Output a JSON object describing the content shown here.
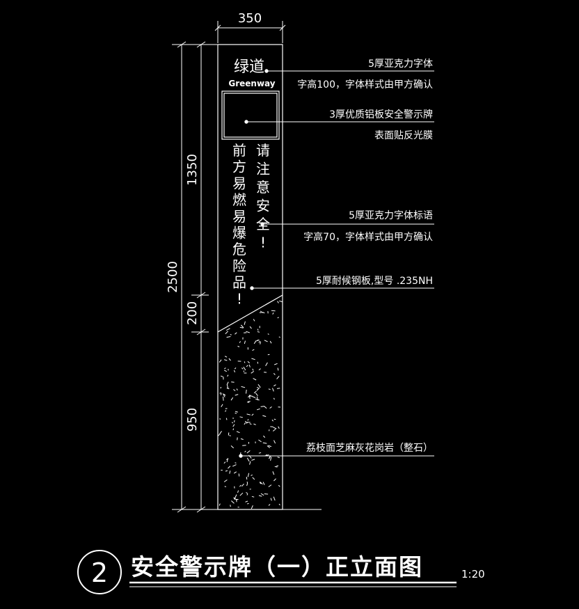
{
  "colors": {
    "background": "#000000",
    "line": "#ffffff"
  },
  "dimensions": {
    "top_width": "350",
    "total_height": "2500",
    "upper_height": "1350",
    "middle_height": "200",
    "lower_height": "950"
  },
  "sign": {
    "title_cn": "绿道",
    "title_en": "Greenway",
    "slogan_right": [
      "请",
      "注",
      "意",
      "安",
      "全",
      "!"
    ],
    "slogan_left": [
      "前",
      "方",
      "易",
      "燃",
      "易",
      "爆",
      "危",
      "险",
      "品",
      "!"
    ]
  },
  "callouts": [
    {
      "line1": "5厚亚克力字体",
      "line2": "字高100，字体样式由甲方确认"
    },
    {
      "line1": "3厚优质铝板安全警示牌",
      "line2": "表面贴反光膜"
    },
    {
      "line1": "5厚亚克力字体标语",
      "line2": "字高70，字体样式由甲方确认"
    },
    {
      "line1": "5厚耐候钢板,型号 .235NH",
      "line2": ""
    },
    {
      "line1": "荔枝面芝麻灰花岗岩（整石）",
      "line2": ""
    }
  ],
  "title_block": {
    "number": "2",
    "title": "安全警示牌（一）正立面图",
    "scale": "1:20"
  }
}
